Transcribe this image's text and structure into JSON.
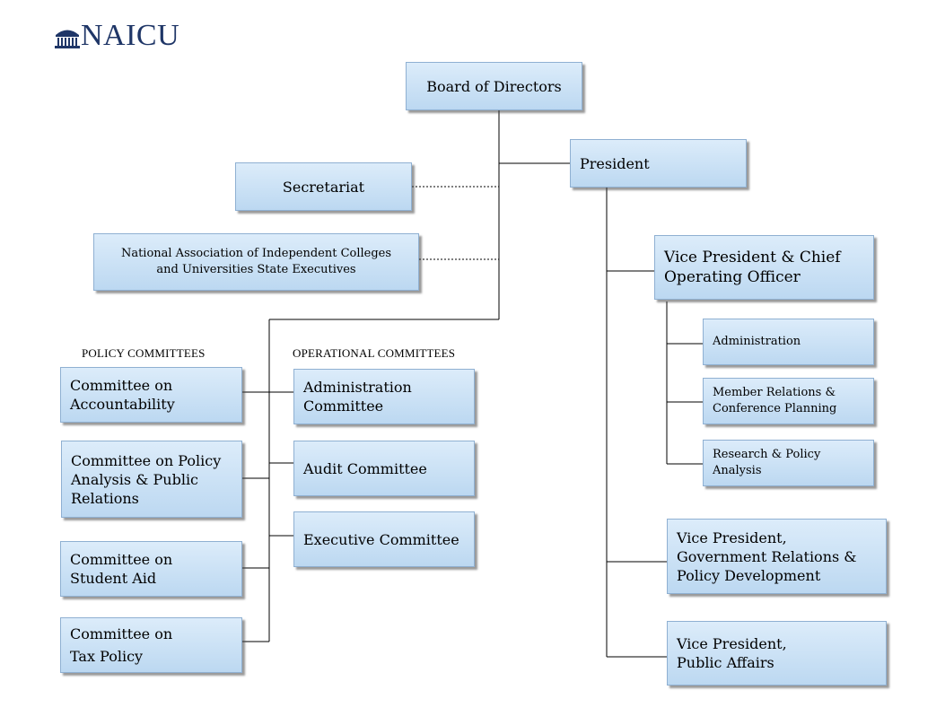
{
  "logo": {
    "text": "NAICU",
    "icon": "capitol-building-icon"
  },
  "headers": {
    "policy": "POLICY COMMITTEES",
    "operational": "OPERATIONAL COMMITTEES"
  },
  "nodes": {
    "board": "Board of Directors",
    "president": "President",
    "secretariat": "Secretariat",
    "naicuse": "National Association of Independent Colleges\nand Universities State Executives",
    "vp_coo": "Vice President & Chief\nOperating Officer",
    "administration": "Administration",
    "member_relations": "Member Relations &\nConference Planning",
    "research_policy": "Research & Policy\nAnalysis",
    "vp_gov": "Vice President,\nGovernment Relations &\nPolicy Development",
    "vp_public": "Vice President,\nPublic Affairs",
    "policy_committees": [
      "Committee on\nAccountability",
      "Committee on Policy\nAnalysis & Public\nRelations",
      "Committee on\nStudent Aid",
      "Committee on\nTax Policy"
    ],
    "operational_committees": [
      "Administration\nCommittee",
      "Audit Committee",
      "Executive Committee"
    ]
  },
  "colors": {
    "box_top": "#dcecfa",
    "box_bottom": "#bcd8f1",
    "logo": "#1f3667"
  }
}
